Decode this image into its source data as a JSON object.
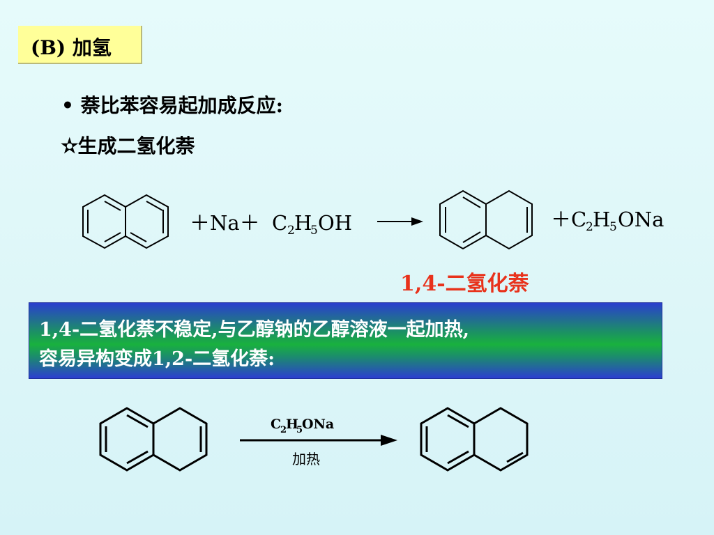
{
  "title": "(B) 加氢",
  "bullet1": "• 萘比苯容易起加成反应:",
  "bullet2": "✫生成二氢化萘",
  "equation1": {
    "plus_na": "＋Na＋",
    "c": "C",
    "sub2": "2",
    "h": "H",
    "sub5": "5",
    "oh": "OH",
    "plus_c": "＋C",
    "prod_sub2": "2",
    "prod_h": "H",
    "prod_sub5": "5",
    "prod_ona": "ONa"
  },
  "product_label": "1,4-二氢化萘",
  "banner": {
    "line1": "1,4-二氢化萘不稳定,与乙醇钠的乙醇溶液一起加热,",
    "line2": "容易异构变成1,2-二氢化萘:"
  },
  "equation2": {
    "cond_c": "C",
    "cond_sub2": "2",
    "cond_h": "H",
    "cond_sub5": "5",
    "cond_ona": "ONa",
    "cond_heat": "加热"
  },
  "colors": {
    "title_bg": "#ffff99",
    "label_red": "#e8321b",
    "banner_blue": "#2a3fce",
    "banner_green": "#19b13e"
  }
}
